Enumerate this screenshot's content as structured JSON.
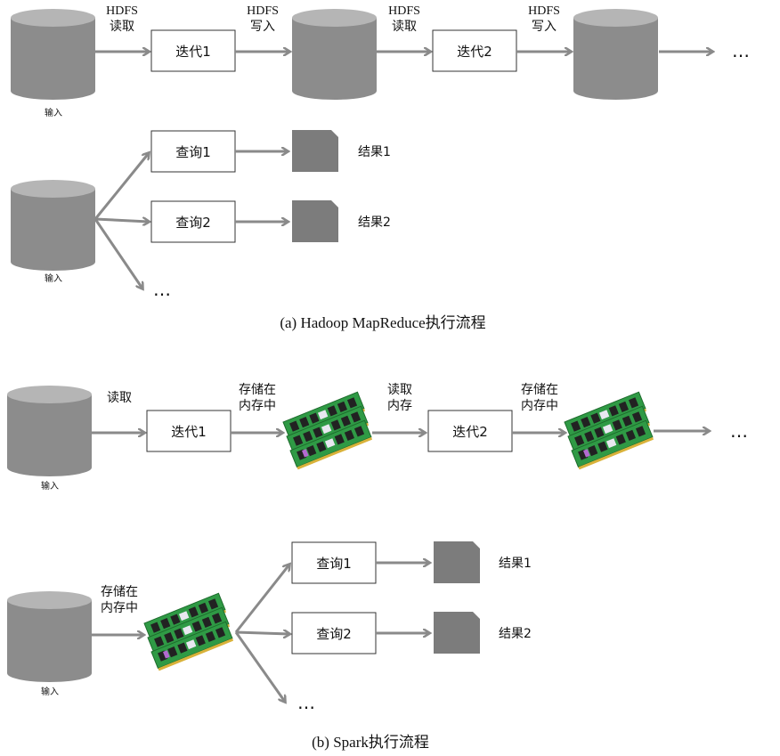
{
  "part_a": {
    "caption": "(a) Hadoop MapReduce执行流程",
    "input_label": "输入",
    "hdfs": "HDFS",
    "read": "读取",
    "write": "写入",
    "iter1": "迭代1",
    "iter2": "迭代2",
    "query1": "查询1",
    "query2": "查询2",
    "result1": "结果1",
    "result2": "结果2",
    "ellipsis": "…"
  },
  "part_b": {
    "caption": "(b) Spark执行流程",
    "input_label": "输入",
    "read": "读取",
    "store_line1": "存储在",
    "store_line2": "内存中",
    "read_mem_line1": "读取",
    "read_mem_line2": "内存",
    "iter1": "迭代1",
    "iter2": "迭代2",
    "query1": "查询1",
    "query2": "查询2",
    "result1": "结果1",
    "result2": "结果2",
    "ellipsis": "…"
  },
  "colors": {
    "arrow": "#8a8a8a",
    "cylinder": "#8c8c8c",
    "document": "#7c7c7c",
    "ram_board": "#2f9a45"
  }
}
